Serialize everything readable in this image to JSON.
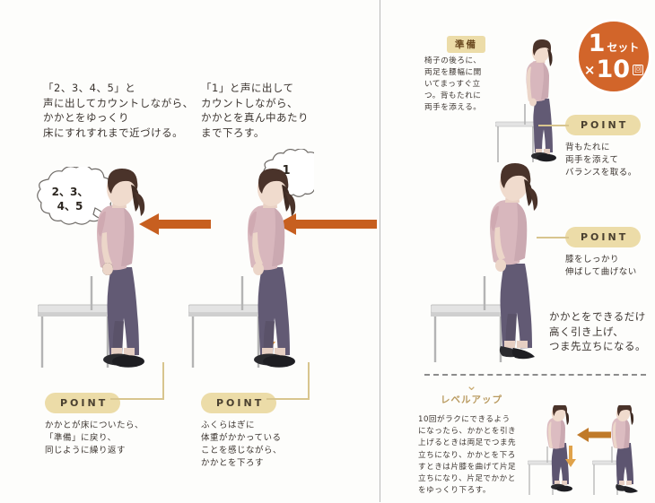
{
  "meta": {
    "language": "ja",
    "colors": {
      "accent_orange": "#d2652a",
      "pill_cream": "#ecdca8",
      "text_dark": "#3c3530",
      "levelup_gold": "#b99a5f",
      "divider_gray": "#b9b9b9",
      "shirt_pink": "#d8b7bd",
      "pants_purple": "#625a74",
      "hair_brown": "#4a332a",
      "chair_gray": "#d9d9d9"
    }
  },
  "badge": {
    "set_number": "1",
    "set_unit": "セット",
    "multiply": "×",
    "reps": "10",
    "reps_unit": "回"
  },
  "left_panel": {
    "step_a": {
      "caption": "「2、3、4、5」と\n声に出してカウントしながら、\nかかとをゆっくり\n床にすれすれまで近づける。",
      "bubble": "2、3、\n4、5",
      "point_label": "POINT",
      "point_text": "かかとが床についたら、\n「準備」に戻り、\n同じように繰り返す"
    },
    "step_b": {
      "caption": "「1」と声に出して\nカウントしながら、\nかかとを真ん中あたり\nまで下ろす。",
      "bubble": "1",
      "point_label": "POINT",
      "point_text": "ふくらはぎに\n体重がかかっている\nことを感じながら、\nかかとを下ろす"
    }
  },
  "right_panel": {
    "prep_header": "準備",
    "prep_text": "椅子の後ろに、\n両足を腰幅に開\nいてまっすぐ立\nつ。背もたれに\n両手を添える。",
    "point_1": {
      "label": "POINT",
      "text": "背もたれに\n両手を添えて\nバランスを取る。"
    },
    "point_2": {
      "label": "POINT",
      "text": "膝をしっかり\n伸ばして曲げない"
    },
    "heel_note": "かかとをできるだけ\n高く引き上げ、\nつま先立ちになる。",
    "levelup": {
      "chevron": "⌄",
      "label": "レベルアップ",
      "text": "10回がラクにできるよう\nになったら、かかとを引き\n上げるときは両足でつま先\n立ちになり、かかとを下ろ\nすときは片膝を曲げて片足\n立ちになり、片足でかかと\nをゆっくり下ろす。"
    }
  }
}
